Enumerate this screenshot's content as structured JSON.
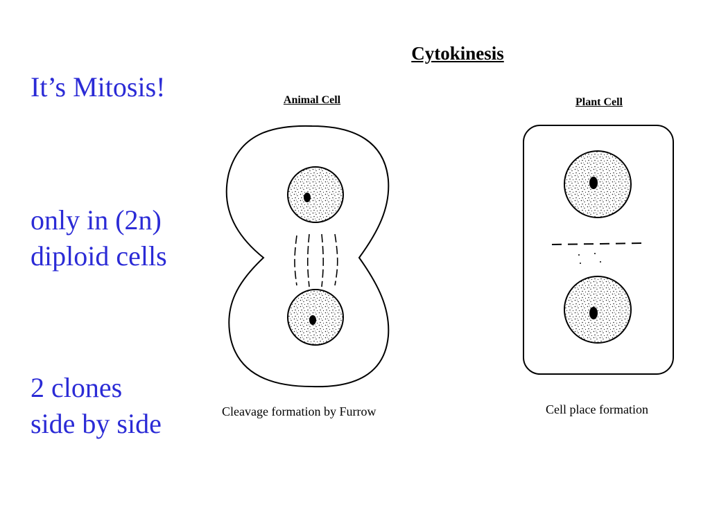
{
  "slide": {
    "bullets": [
      [
        "It’s Mitosis!"
      ],
      [
        "only in (2n)",
        "diploid cells"
      ],
      [
        "2 clones",
        "side by side"
      ]
    ],
    "text_color": "#2b2bd6"
  },
  "diagram": {
    "title": "Cytokinesis",
    "animal": {
      "title": "Animal Cell",
      "caption": "Cleavage formation by Furrow"
    },
    "plant": {
      "title": "Plant Cell",
      "caption": "Cell place formation"
    }
  }
}
